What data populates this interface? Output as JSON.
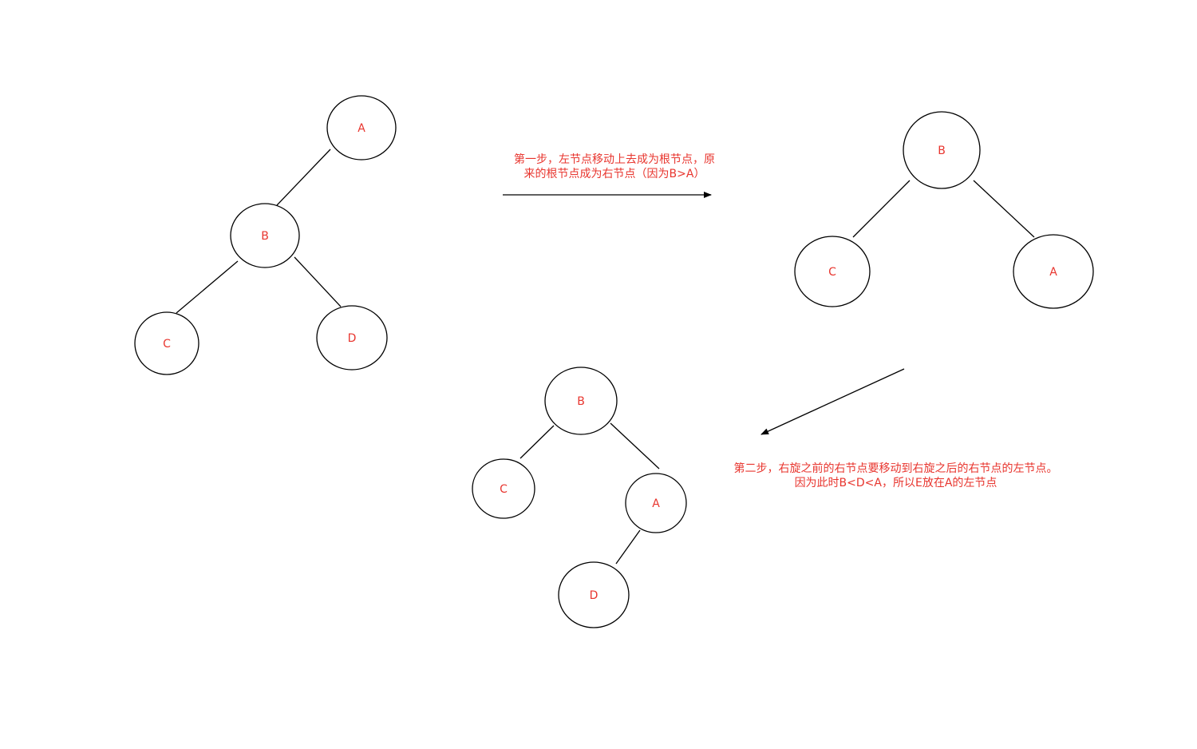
{
  "colors": {
    "label": "#e8352e",
    "stroke": "#000000",
    "background": "#ffffff"
  },
  "trees": {
    "original": {
      "a": "A",
      "b": "B",
      "c": "C",
      "d": "D"
    },
    "step1": {
      "b": "B",
      "c": "C",
      "a": "A"
    },
    "step2": {
      "b": "B",
      "c": "C",
      "a": "A",
      "d": "D"
    }
  },
  "captions": {
    "step1": {
      "line1": "第一步，左节点移动上去成为根节点，原",
      "line2": "来的根节点成为右节点（因为B>A）"
    },
    "step2": {
      "line1": "第二步，右旋之前的右节点要移动到右旋之后的右节点的左节点。",
      "line2": "因为此时B<D<A，所以E放在A的左节点"
    }
  }
}
